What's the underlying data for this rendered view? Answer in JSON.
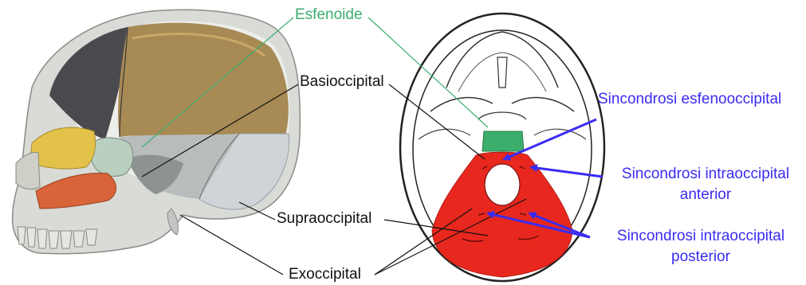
{
  "labels": {
    "esfenoide": "Esfenoide",
    "basioccipital": "Basioccipital",
    "supraoccipital": "Supraoccipital",
    "exoccipital": "Exoccipital",
    "sincondrosi_esfenooccipital": "Sincondrosi esfenooccipital",
    "sincondrosi_intra_anterior_l1": "Sincondrosi  intraoccipital",
    "sincondrosi_intra_anterior_l2": "anterior",
    "sincondrosi_intra_posterior_l1": "Sincondrosi intraoccipital",
    "sincondrosi_intra_posterior_l2": "posterior"
  },
  "colors": {
    "sphenoid_green": "#3cae6c",
    "occipital_red": "#e8281e",
    "annotation_blue": "#3a2cf2",
    "parietal_tan": "#a88a55",
    "frontal_dark": "#4a4a4e",
    "zygomatic_yellow": "#e3c24a",
    "maxilla_orange": "#d8643a",
    "occipital_grey": "#cfd4d8"
  }
}
